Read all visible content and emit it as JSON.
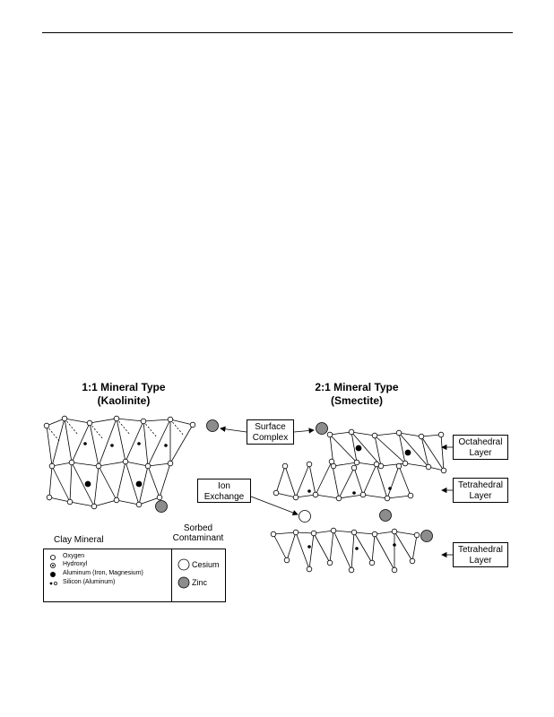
{
  "figure": {
    "left_title": "1:1 Mineral Type\n(Kaolinite)",
    "left_title_line1": "1:1 Mineral Type",
    "left_title_line2": "(Kaolinite)",
    "right_title_line1": "2:1 Mineral Type",
    "right_title_line2": "(Smectite)",
    "labels": {
      "surface_complex_1": "Surface",
      "surface_complex_2": "Complex",
      "ion_exchange_1": "Ion",
      "ion_exchange_2": "Exchange",
      "octahedral_1": "Octahedral",
      "octahedral_2": "Layer",
      "tetrahedral_top_1": "Tetrahedral",
      "tetrahedral_top_2": "Layer",
      "tetrahedral_bottom_1": "Tetrahedral",
      "tetrahedral_bottom_2": "Layer"
    },
    "legend": {
      "clay_heading": "Clay Mineral",
      "sorbed_heading_1": "Sorbed",
      "sorbed_heading_2": "Contaminant",
      "clay_items": [
        "Oxygen",
        "Hydroxyl",
        "Aluminum (Iron, Magnesium)",
        "Silicon (Aluminum)"
      ],
      "contaminant_items": [
        "Cesium",
        "Zinc"
      ]
    },
    "colors": {
      "zinc": "#8c8c8c",
      "cesium": "#ffffff",
      "line": "#000000"
    }
  }
}
